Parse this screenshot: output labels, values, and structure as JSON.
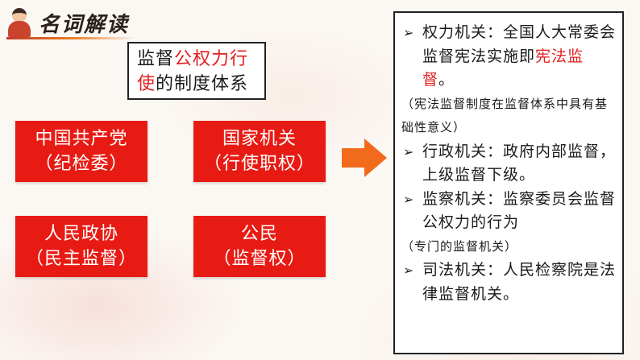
{
  "header": {
    "title": "名词解读"
  },
  "subtitle": {
    "line1_a": "监督",
    "line1_b": "公权力行",
    "line2_a": "使",
    "line2_b": "的制度体系"
  },
  "cards": [
    {
      "line1": "中国共产党",
      "line2": "（纪检委）"
    },
    {
      "line1": "国家机关",
      "line2": "（行使职权）"
    },
    {
      "line1": "人民政协",
      "line2": "（民主监督）"
    },
    {
      "line1": "公民",
      "line2": "（监督权）"
    }
  ],
  "panel": {
    "bullet": "➢",
    "item1_a": "权力机关：全国人大常委会监督宪法实施即",
    "item1_b": "宪法监督",
    "item1_c": "。",
    "note1": "（宪法监督制度在监督体系中具有基础性意义）",
    "item2": "行政机关：政府内部监督，上级监督下级。",
    "item3": "监察机关：监察委员会监督公权力的行为",
    "note2": "（专门的监督机关）",
    "item4": "司法机关：人民检察院是法律监督机关。"
  },
  "colors": {
    "accent_red": "#e81b14",
    "highlight_red": "#e02020",
    "arrow_orange": "#f26a1b"
  },
  "icons": {
    "avatar": "person-avatar-icon",
    "arrow": "right-arrow-icon"
  }
}
